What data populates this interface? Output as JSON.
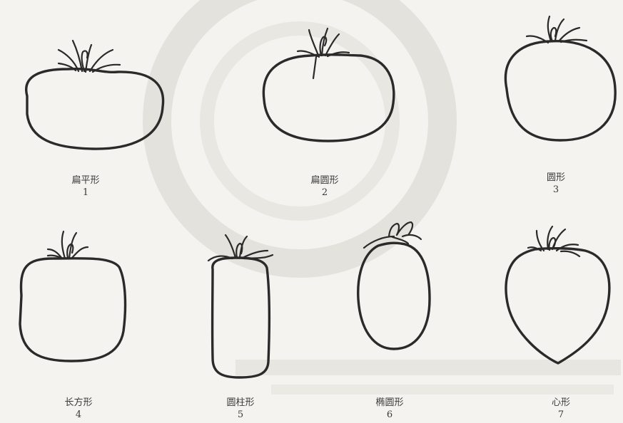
{
  "shapes": [
    {
      "name": "扁平形",
      "number": "1"
    },
    {
      "name": "扁圆形",
      "number": "2"
    },
    {
      "name": "圆形",
      "number": "3"
    },
    {
      "name": "长方形",
      "number": "4"
    },
    {
      "name": "圆柱形",
      "number": "5"
    },
    {
      "name": "椭圆形",
      "number": "6"
    },
    {
      "name": "心形",
      "number": "7"
    }
  ],
  "colors": {
    "background": "#f4f3ef",
    "line": "#2a2a2a",
    "text": "#3a3a3a"
  }
}
